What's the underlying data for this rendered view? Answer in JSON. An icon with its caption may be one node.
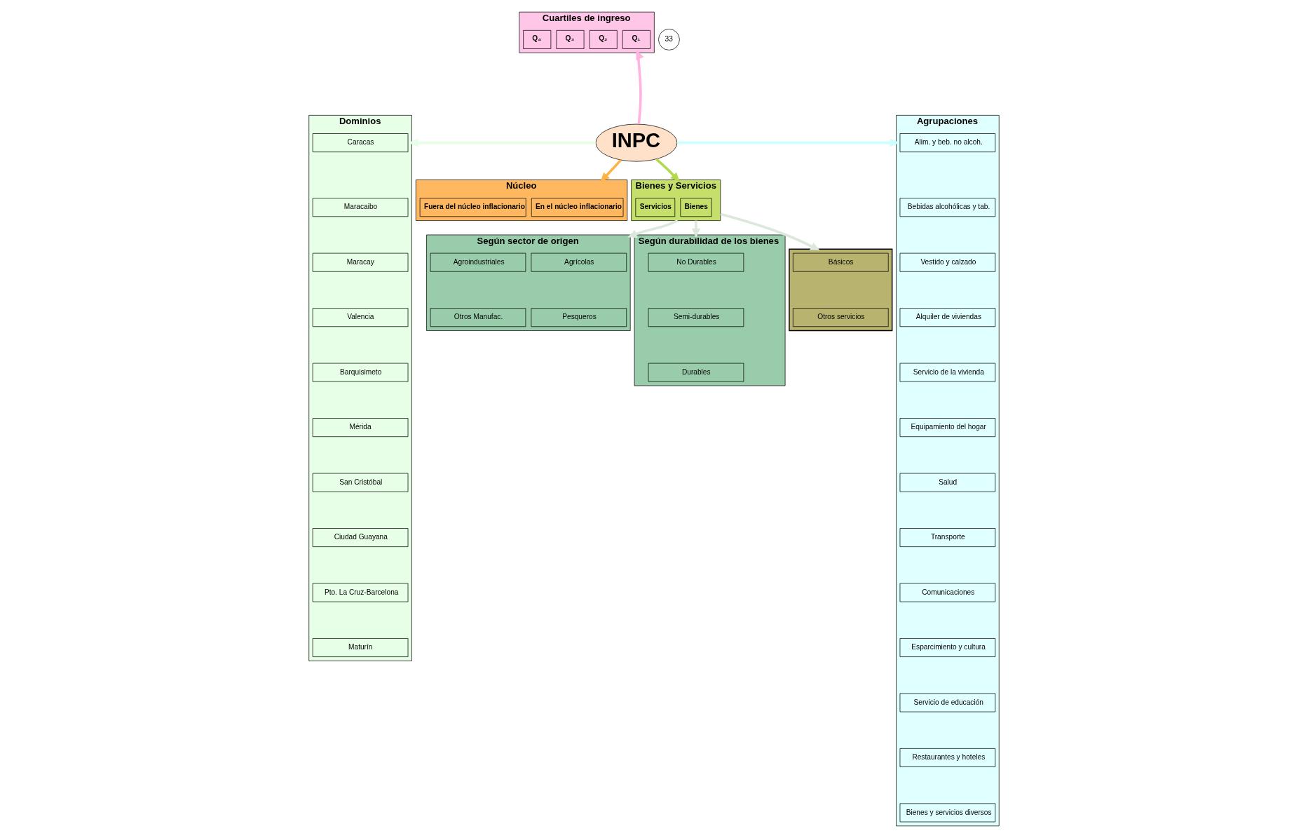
{
  "diagram": {
    "nodes": [
      {
        "text": [
          "Dominios"
        ]
      },
      {
        "text": [
          "Caracas"
        ],
        "in": 0
      },
      {
        "text": [
          "Maracaibo"
        ],
        "in": 0
      },
      {
        "text": [
          "Maracay"
        ],
        "in": 0
      },
      {
        "text": [
          "Valencia"
        ],
        "in": 0
      },
      {
        "text": [
          "Barquisimeto"
        ],
        "in": 0
      },
      {
        "text": [
          "Mérida"
        ],
        "in": 0
      },
      {
        "text": [
          "San Cristóbal"
        ],
        "in": 0
      },
      {
        "text": [
          "Ciudad Guayana"
        ],
        "in": 0
      },
      {
        "text": [
          "Pto. La Cruz-Barcelona"
        ],
        "in": 0
      },
      {
        "text": [
          "Maturín"
        ],
        "in": 0
      },
      {
        "text": [
          "Cuartiles de ingreso"
        ]
      },
      {
        "text": [
          "Q₁"
        ],
        "in": 11
      },
      {
        "text": [
          "Q₂"
        ],
        "in": 11
      },
      {
        "text": [
          "Q₃"
        ],
        "in": 11
      },
      {
        "text": [
          "Q₄"
        ],
        "in": 11
      },
      {
        "text": [
          "Agrupaciones"
        ]
      },
      {
        "text": [
          "Alim. y beb. no alcoh."
        ],
        "in": 16
      },
      {
        "text": [
          "Bebidas alcohólicas y tab."
        ],
        "in": 16
      },
      {
        "text": [
          "Vestido y calzado"
        ],
        "in": 16
      },
      {
        "text": [
          "Alquiler de viviendas"
        ],
        "in": 16
      },
      {
        "text": [
          "Servicio de la vivienda"
        ],
        "in": 16
      },
      {
        "text": [
          "Equipamiento del hogar"
        ],
        "in": 16
      },
      {
        "text": [
          "Salud"
        ],
        "in": 16
      },
      {
        "text": [
          "Transporte"
        ],
        "in": 16
      },
      {
        "text": [
          "Comunicaciones"
        ],
        "in": 16
      },
      {
        "text": [
          "Esparcimiento y cultura"
        ],
        "in": 16
      },
      {
        "text": [
          "Servicio de educación"
        ],
        "in": 16
      },
      {
        "text": [
          "Restaurantes y hoteles"
        ],
        "in": 16
      },
      {
        "text": [
          "Bienes y servicios diversos"
        ],
        "in": 16
      },
      {
        "text": [
          "INPC"
        ]
      },
      {
        "text": [
          "Núcleo"
        ]
      },
      {
        "text": [
          "En el núcleo inflacionario"
        ],
        "in": 31
      },
      {
        "text": [
          "Fuera del núcleo inflacionario"
        ],
        "in": 31
      },
      {
        "text": [
          "Bienes y Servicios"
        ]
      },
      {
        "text": [
          "Bienes"
        ],
        "in": 34
      },
      {
        "text": [
          "Servicios"
        ],
        "in": 34
      },
      {
        "text": [
          "Según sector de origen"
        ]
      },
      {
        "text": [
          "Agrícolas"
        ],
        "in": 37
      },
      {
        "text": [
          "Agroindustriales"
        ],
        "in": 37
      },
      {
        "text": [
          "Pesqueros"
        ],
        "in": 37
      },
      {
        "text": [
          "Otros Manufac."
        ],
        "in": 37
      },
      {
        "text": [
          "Según durabilidad de los bienes"
        ]
      },
      {
        "text": [
          "No Durables"
        ],
        "in": 42
      },
      {
        "text": [
          "Semi-durables"
        ],
        "in": 42
      },
      {
        "text": [
          "Durables"
        ],
        "in": 42
      },
      {
        "text": [],
        "shape": "box"
      },
      {
        "text": [
          "Básicos"
        ],
        "in": 46
      },
      {
        "text": [
          "Otros servicios"
        ],
        "in": 46
      },
      {
        "text": [
          "33"
        ]
      }
    ],
    "edges": [
      {
        "from": 30,
        "to": 0,
        "arrow": "to",
        "color": "#e6ffe6"
      },
      {
        "from": 30,
        "to": 11,
        "arrow": "to",
        "color": "#ffb3e0"
      },
      {
        "from": 30,
        "to": 16,
        "arrow": "to",
        "color": "#ccffff"
      },
      {
        "from": 30,
        "to": 31,
        "arrow": "to",
        "color": "#ffb347"
      },
      {
        "from": 30,
        "to": 34,
        "arrow": "to",
        "color": "#b3d94d"
      },
      {
        "from": 34,
        "to": 37,
        "arrow": "to",
        "color": "#dde8dd"
      },
      {
        "from": 34,
        "to": 42,
        "arrow": "to",
        "color": "#dde8dd"
      },
      {
        "from": 34,
        "to": 46,
        "arrow": "to",
        "color": "#dde8dd"
      }
    ]
  }
}
